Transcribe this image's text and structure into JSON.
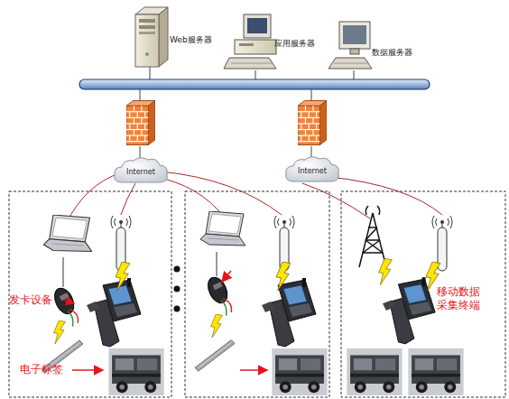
{
  "diagram": {
    "nodes": [
      {
        "text": [
          "Web服务器"
        ]
      },
      {
        "text": [
          "应用服务器"
        ]
      },
      {
        "text": [
          "数据服务器"
        ]
      },
      {
        "text": [
          "Internet"
        ]
      },
      {
        "text": [
          "Internet"
        ]
      }
    ],
    "labels": [
      "发卡设备",
      "电子标签",
      "移动数据 采集终端"
    ]
  }
}
